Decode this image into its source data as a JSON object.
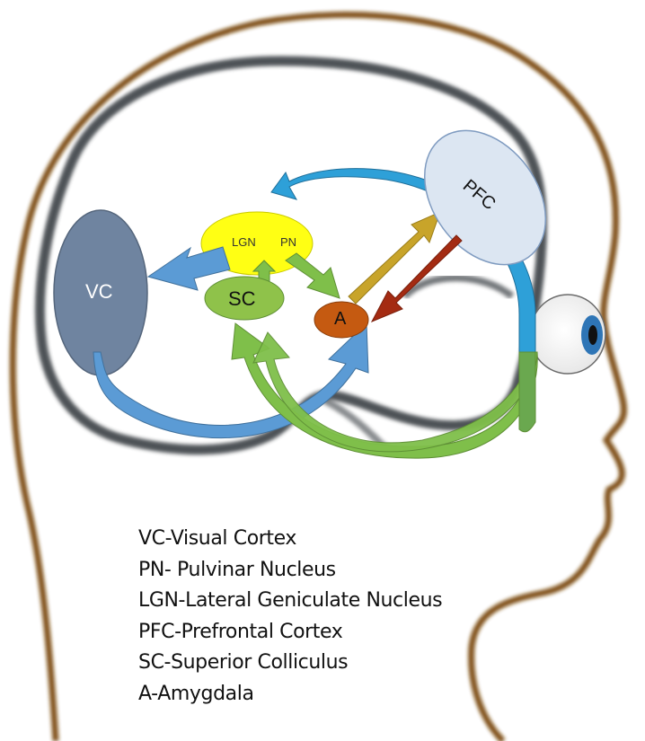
{
  "nodes": {
    "vc": "VC",
    "lgn": "LGN",
    "pn": "PN",
    "sc": "SC",
    "a": "A",
    "pfc": "PFC"
  },
  "legend": [
    "VC-Visual Cortex",
    "PN- Pulvinar Nucleus",
    "LGN-Lateral Geniculate Nucleus",
    "PFC-Prefrontal Cortex",
    "SC-Superior Colliculus",
    "A-Amygdala"
  ],
  "colors": {
    "head_outline": "#7a4a10",
    "brain_outline": "#3b4044",
    "vc_fill": "#6f84a0",
    "lgn_pn_fill": "#ffff14",
    "sc_fill": "#8fc24a",
    "amygdala_fill": "#c55a11",
    "pfc_fill": "#dce6f2",
    "arrow_blue": "#5b9bd5",
    "arrow_cyan": "#2ea0d8",
    "arrow_green": "#7fbf4a",
    "arrow_gold": "#c8a42a",
    "arrow_red": "#a42b12",
    "eye_iris": "#2e75b6"
  },
  "icons": [
    "head-silhouette",
    "brain-outline",
    "eye-icon"
  ]
}
